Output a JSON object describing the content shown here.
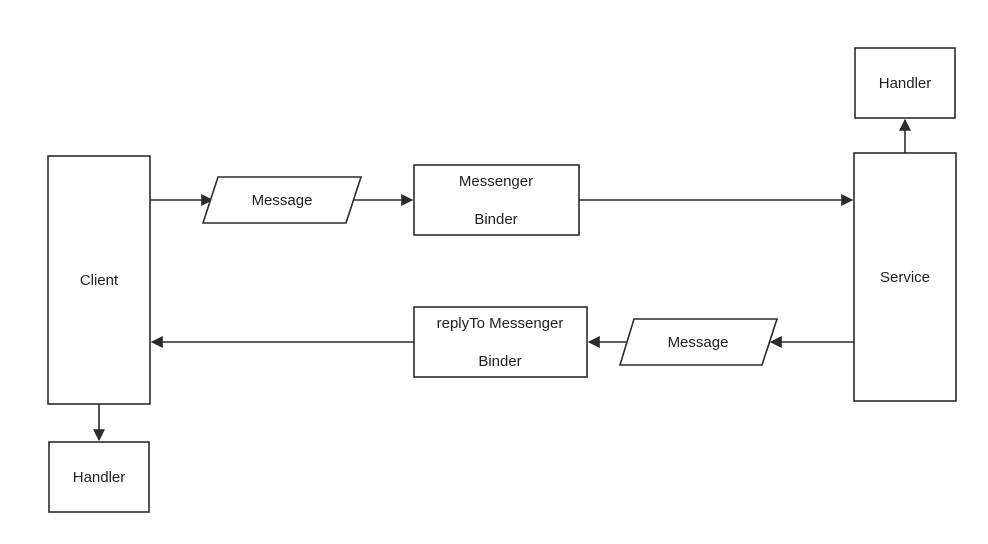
{
  "diagram": {
    "client": {
      "label": "Client"
    },
    "client_handler": {
      "label": "Handler"
    },
    "message_top": {
      "label": "Message"
    },
    "messenger_binder": {
      "line1": "Messenger",
      "line2": "Binder"
    },
    "service": {
      "label": "Service"
    },
    "service_handler": {
      "label": "Handler"
    },
    "message_bottom": {
      "label": "Message"
    },
    "replyto_binder": {
      "line1": "replyTo Messenger",
      "line2": "Binder"
    }
  },
  "colors": {
    "stroke": "#2b2b2b",
    "text": "#1f1f1f",
    "background": "#ffffff"
  }
}
